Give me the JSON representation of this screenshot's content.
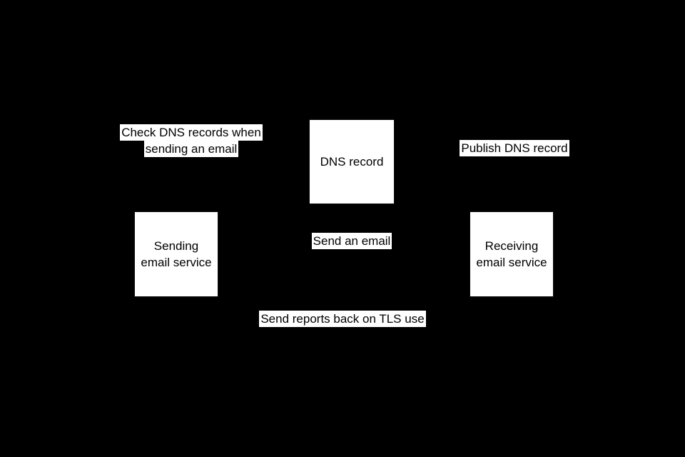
{
  "diagram": {
    "type": "flowchart",
    "colors": {
      "background": "#000000",
      "node_fill": "#ffffff",
      "node_border": "#0d0d0d",
      "text": "#000000",
      "edge_label_background": "#ffffff"
    },
    "nodes": {
      "dns": {
        "line1": "DNS record"
      },
      "sending": {
        "line1": "Sending",
        "line2": "email service"
      },
      "receiving": {
        "line1": "Receiving",
        "line2": "email service"
      }
    },
    "edge_labels": {
      "check_dns": {
        "line1": "Check DNS records when",
        "line2": "sending an email"
      },
      "publish": {
        "line1": "Publish DNS record"
      },
      "send_email": {
        "line1": "Send an email"
      },
      "send_reports": {
        "line1": "Send reports back on TLS use"
      }
    }
  }
}
